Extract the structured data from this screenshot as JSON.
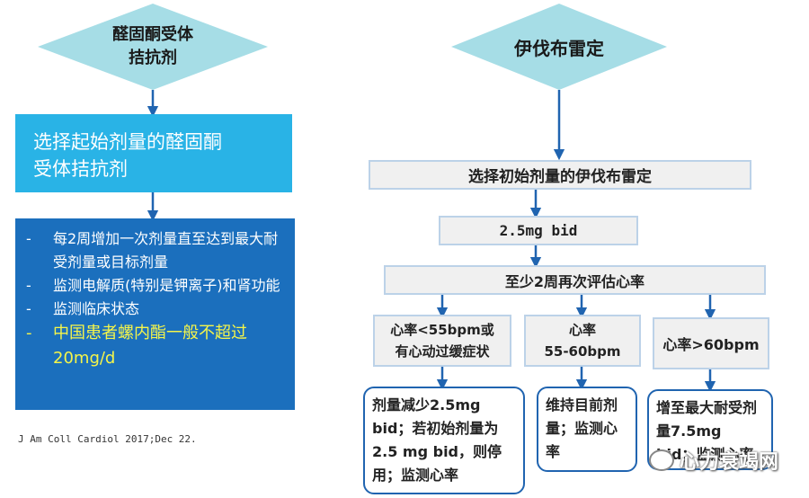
{
  "left": {
    "diamond": "醛固酮受体\n拮抗剂",
    "start_box": "选择起始剂量的醛固酮\n受体拮抗剂",
    "bullets": [
      {
        "dash": "-",
        "text": "每2周增加一次剂量直至达到最大耐受剂量或目标剂量"
      },
      {
        "dash": "-",
        "text": "监测电解质(特别是钾离子)和肾功能"
      },
      {
        "dash": "-",
        "text": "监测临床状态"
      },
      {
        "dash": "-",
        "text": "中国患者螺内酯一般不超过20mg/d"
      }
    ],
    "citation": "J Am Coll Cardiol 2017;Dec 22."
  },
  "right": {
    "diamond": "伊伐布雷定",
    "start_box": "选择初始剂量的伊伐布雷定",
    "dose_box": "2.5mg bid",
    "evaluate_box": "至少2周再次评估心率",
    "branches": [
      {
        "condition": "心率<55bpm或\n有心动过缓症状",
        "action": "剂量减少2.5mg bid；若初始剂量为2.5 mg bid，则停用；监测心率"
      },
      {
        "condition": "心率\n55-60bpm",
        "action": "维持目前剂量；监测心率"
      },
      {
        "condition": "心率>60bpm",
        "action": "增至最大耐受剂量7.5mg bid；监测心率"
      }
    ]
  },
  "watermark": "心力衰竭网",
  "colors": {
    "diamond": "#a6dde6",
    "blue_box": "#29b3e6",
    "dark_box": "#1b6fbd",
    "highlight": "#f5f54a",
    "arrow": "#2064b0"
  }
}
